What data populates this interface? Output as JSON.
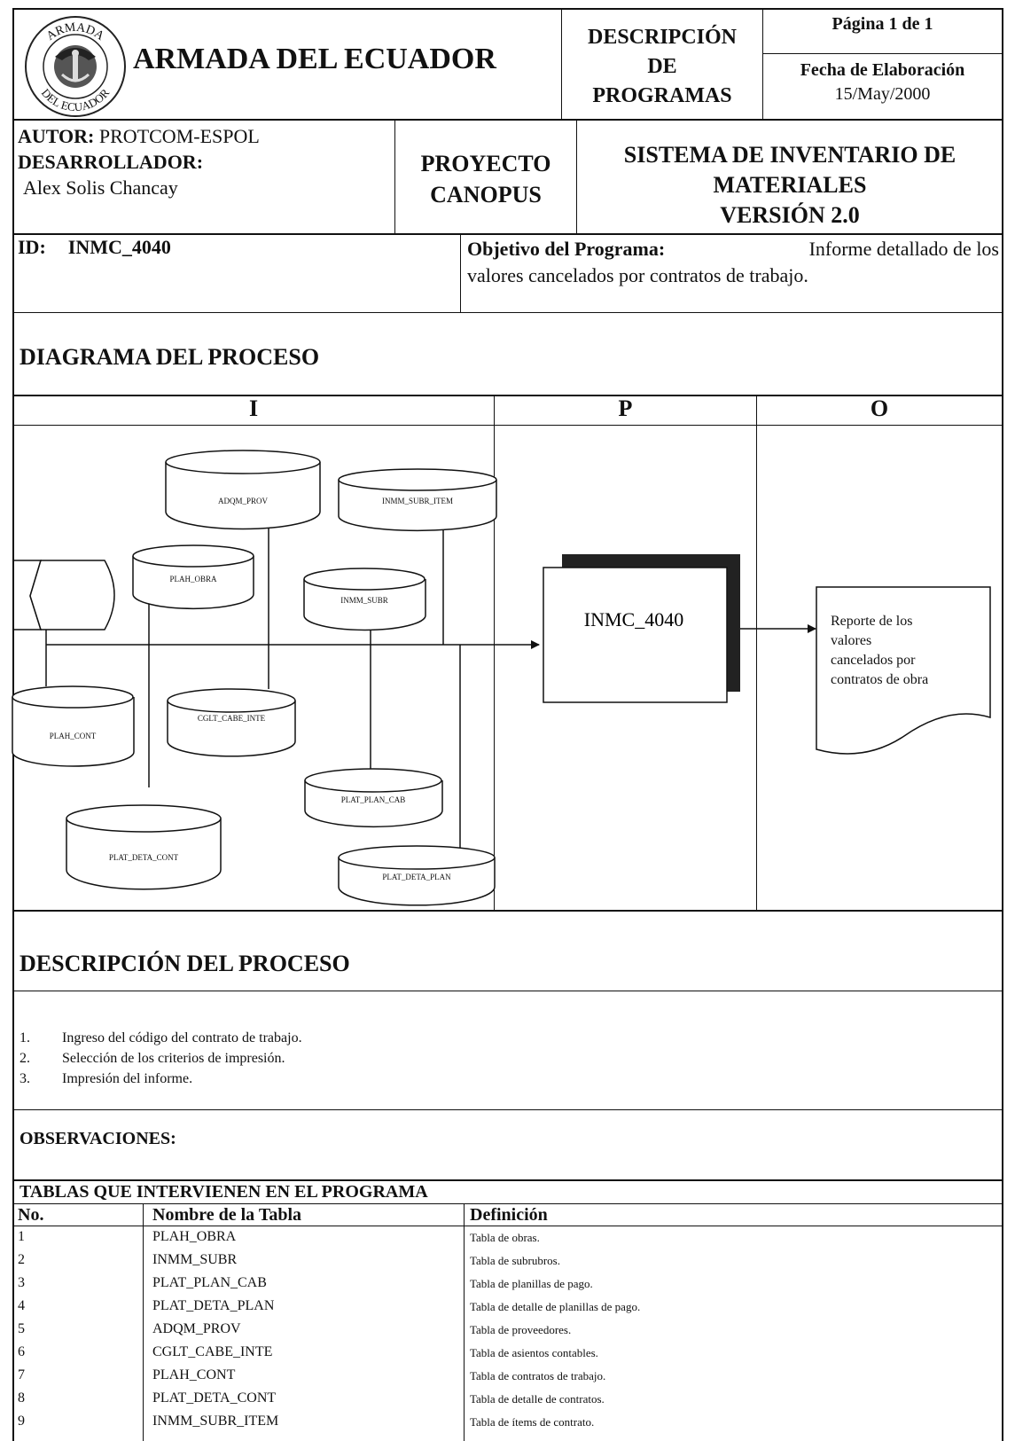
{
  "header": {
    "logo_text_top": "ARMADA",
    "logo_text_bottom": "DEL ECUADOR",
    "org": "ARMADA DEL ECUADOR",
    "doc_type_lines": [
      "DESCRIPCIÓN",
      "DE",
      "PROGRAMAS"
    ],
    "page": "Página 1 de 1",
    "fecha_label": "Fecha de Elaboración",
    "fecha_value": "15/May/2000"
  },
  "info": {
    "autor_label": "AUTOR:",
    "autor_value": " PROTCOM-ESPOL",
    "desarrollador_label": "DESARROLLADOR:",
    "desarrollador_value": "Alex Solis Chancay",
    "proyecto_lines": [
      "PROYECTO",
      "CANOPUS"
    ],
    "sistema_lines": [
      "SISTEMA DE INVENTARIO DE",
      "MATERIALES",
      "VERSIÓN 2.0"
    ]
  },
  "program": {
    "id_label": "ID:",
    "id_value": "INMC_4040",
    "objetivo_label": "Objetivo del Programa:",
    "objetivo_text_line1": " Informe detallado de los",
    "objetivo_text_line2": "valores cancelados por contratos de trabajo."
  },
  "diagram": {
    "title": "DIAGRAMA DEL PROCESO",
    "col_i": "I",
    "col_p": "P",
    "col_o": "O",
    "tables": [
      "ADQM_PROV",
      "INMM_SUBR_ITEM",
      "PLAH_OBRA",
      "INMM_SUBR",
      "PLAH_CONT",
      "CGLT_CABE_INTE",
      "PLAT_PLAN_CAB",
      "PLAT_DETA_CONT",
      "PLAT_DETA_PLAN"
    ],
    "process": "INMC_4040",
    "output_lines": [
      "Reporte de los",
      "valores",
      "cancelados por",
      "contratos de obra"
    ]
  },
  "description": {
    "title": "DESCRIPCIÓN DEL PROCESO",
    "steps": [
      {
        "num": "1.",
        "text": "Ingreso del código del contrato de trabajo."
      },
      {
        "num": "2.",
        "text": "Selección de los criterios de impresión."
      },
      {
        "num": "3.",
        "text": "Impresión del informe."
      }
    ]
  },
  "observaciones": {
    "title": "OBSERVACIONES:"
  },
  "tables_section": {
    "title": "TABLAS QUE INTERVIENEN EN EL PROGRAMA",
    "headers": [
      "No.",
      "Nombre de la Tabla",
      "Definición"
    ],
    "rows": [
      [
        "1",
        "PLAH_OBRA",
        "Tabla de obras."
      ],
      [
        "2",
        "INMM_SUBR",
        "Tabla de subrubros."
      ],
      [
        "3",
        "PLAT_PLAN_CAB",
        "Tabla de planillas de pago."
      ],
      [
        "4",
        "PLAT_DETA_PLAN",
        "Tabla de detalle de planillas de pago."
      ],
      [
        "5",
        "ADQM_PROV",
        "Tabla de proveedores."
      ],
      [
        "6",
        "CGLT_CABE_INTE",
        "Tabla de asientos contables."
      ],
      [
        "7",
        "PLAH_CONT",
        "Tabla de contratos de trabajo."
      ],
      [
        "8",
        "PLAT_DETA_CONT",
        "Tabla de detalle de contratos."
      ],
      [
        "9",
        "INMM_SUBR_ITEM",
        "Tabla de ítems de contrato."
      ]
    ]
  }
}
